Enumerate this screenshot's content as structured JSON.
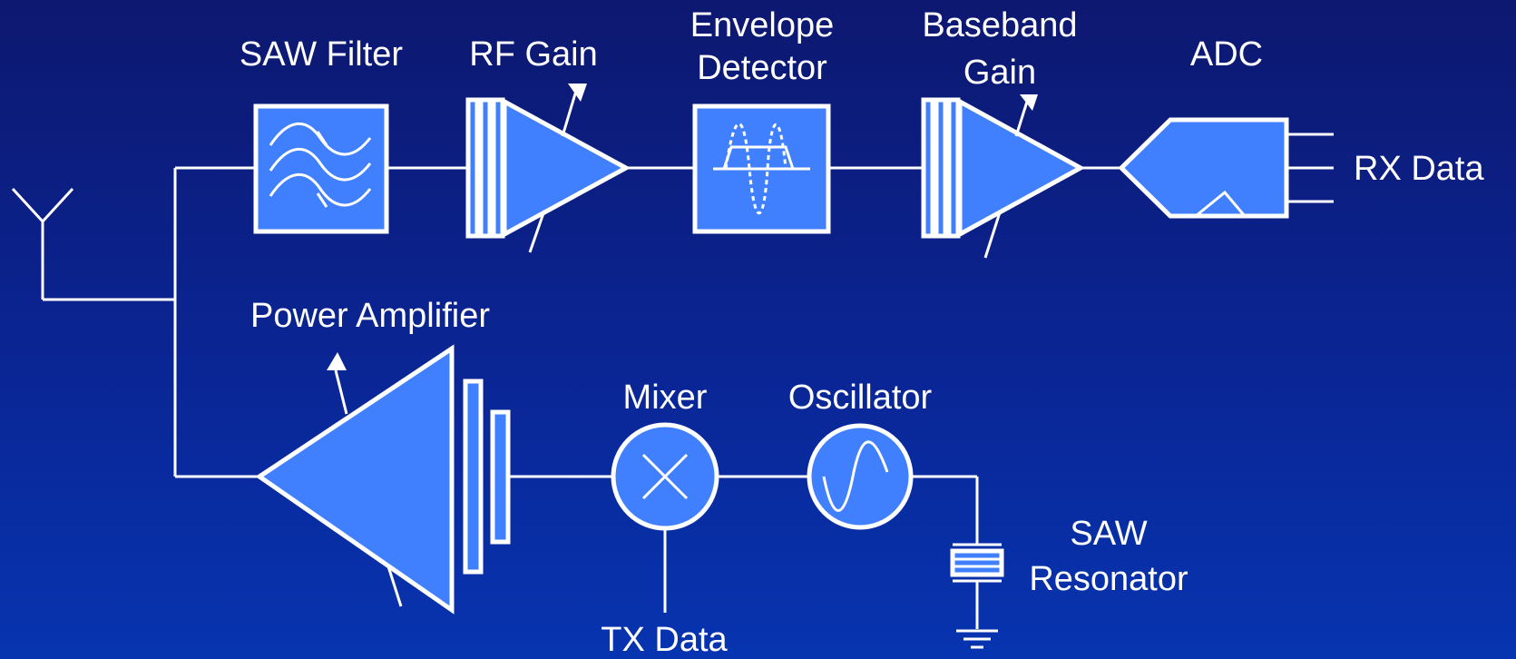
{
  "colors": {
    "background_top": "#0d1870",
    "background_bottom": "#0734b0",
    "block_fill": "#4080ff",
    "line": "#ffffff"
  },
  "labels": {
    "saw_filter": "SAW Filter",
    "rf_gain": "RF Gain",
    "envelope_detector_line1": "Envelope",
    "envelope_detector_line2": "Detector",
    "baseband_gain_line1": "Baseband",
    "baseband_gain_line2": "Gain",
    "adc": "ADC",
    "rx_data": "RX Data",
    "power_amplifier": "Power Amplifier",
    "mixer": "Mixer",
    "oscillator": "Oscillator",
    "saw_resonator_line1": "SAW",
    "saw_resonator_line2": "Resonator",
    "tx_data": "TX Data"
  },
  "icons": [
    "antenna-icon",
    "saw-filter-icon",
    "amplifier-icon",
    "envelope-detector-icon",
    "adc-icon",
    "mixer-icon",
    "oscillator-icon",
    "saw-resonator-icon",
    "ground-icon"
  ]
}
